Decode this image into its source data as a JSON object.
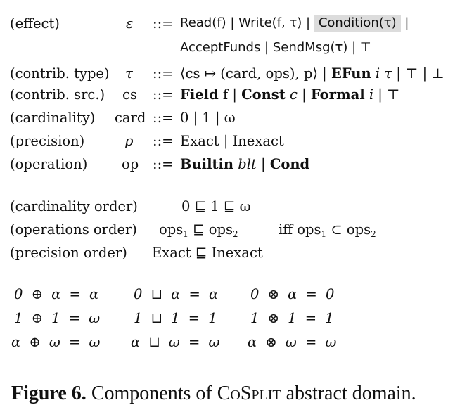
{
  "grammar": {
    "effect": {
      "label": "(effect)",
      "sym": "ε",
      "op": "::=",
      "line1_a": "Read(f) | Write(f, τ) |",
      "line1_hl": "Condition(τ)",
      "line1_b": "|",
      "line2": "AcceptFunds | SendMsg(τ) | ⊤"
    },
    "contrib_type": {
      "label": "(contrib. type)",
      "sym": "τ",
      "op": "::=",
      "rhs_ovl": "⟨cs ↦ (card, ops), p⟩",
      "rhs_sep": "|",
      "rhs_efun": "EFun",
      "rhs_rest": " i τ | ⊤ | ⊥"
    },
    "contrib_src": {
      "label": "(contrib. src.)",
      "sym": "cs",
      "op": "::=",
      "field": "Field",
      "field_arg": " f | ",
      "const": "Const",
      "const_arg": " c | ",
      "formal": "Formal",
      "formal_arg": " i | ⊤"
    },
    "cardinality": {
      "label": "(cardinality)",
      "sym": "card",
      "op": "::=",
      "rhs": "0 | 1 | ω"
    },
    "precision": {
      "label": "(precision)",
      "sym": "p",
      "op": "::=",
      "rhs": "Exact | Inexact"
    },
    "operation": {
      "label": "(operation)",
      "sym": "op",
      "op": "::=",
      "builtin": "Builtin",
      "blt": " blt",
      "sep": " | ",
      "cond": "Cond"
    }
  },
  "orders": {
    "cardinality": {
      "label": "(cardinality order)",
      "rhs": "0 ⊑ 1 ⊑ ω"
    },
    "operations": {
      "label": "(operations order)",
      "lhs_a": "ops",
      "lhs_a_sub": "1",
      "rel": " ⊑ ",
      "lhs_b": "ops",
      "lhs_b_sub": "2",
      "iff": "iff ops",
      "iff_sub1": "1",
      "subset": " ⊂ ops",
      "iff_sub2": "2"
    },
    "precision": {
      "label": "(precision order)",
      "rhs": "Exact ⊑ Inexact"
    }
  },
  "tables": {
    "oplus": [
      "0 ⊕ α = α",
      "1 ⊕ 1 = ω",
      "α ⊕ ω = ω"
    ],
    "sqcup": [
      "0 ⊔ α = α",
      "1 ⊔ 1 = 1",
      "α ⊔ ω = ω"
    ],
    "otimes": [
      "0 ⊗ α = 0",
      "1 ⊗ 1 = 1",
      "α ⊗ ω = ω"
    ]
  },
  "caption": {
    "figure": "Figure 6.",
    "text_a": " Components of ",
    "name": "CoSplit",
    "text_b": " abstract domain."
  }
}
